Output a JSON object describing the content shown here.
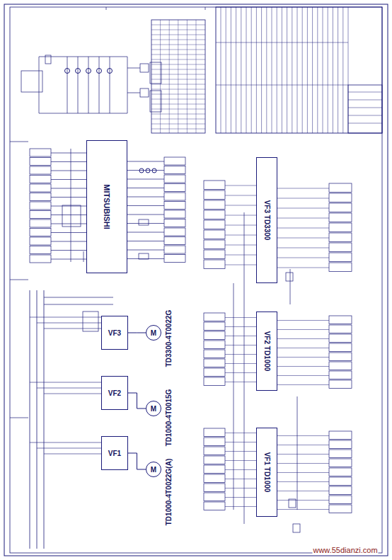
{
  "diagram": {
    "nodes": [
      {
        "text": [
          "MITSUBISHI"
        ]
      },
      {
        "text": [
          "VF3"
        ]
      },
      {
        "text": [
          "VF2"
        ]
      },
      {
        "text": [
          "VF1"
        ]
      },
      {
        "text": [
          "M"
        ]
      },
      {
        "text": [
          "M"
        ]
      },
      {
        "text": [
          "M"
        ]
      },
      {
        "text": [
          "VF3 TD3300"
        ]
      },
      {
        "text": [
          "VF2 TD1000"
        ]
      },
      {
        "text": [
          "VF1 TD1000"
        ]
      }
    ],
    "edges": [
      {
        "from": 1,
        "to": 4,
        "arrow": "none"
      },
      {
        "from": 2,
        "to": 5,
        "arrow": "none"
      },
      {
        "from": 3,
        "to": 6,
        "arrow": "none"
      }
    ],
    "labels": [
      "TD3300-4T0022G",
      "TD1000-4T0015G",
      "TD1000-4T0022G(A)",
      "www.55dianzi.com"
    ]
  }
}
